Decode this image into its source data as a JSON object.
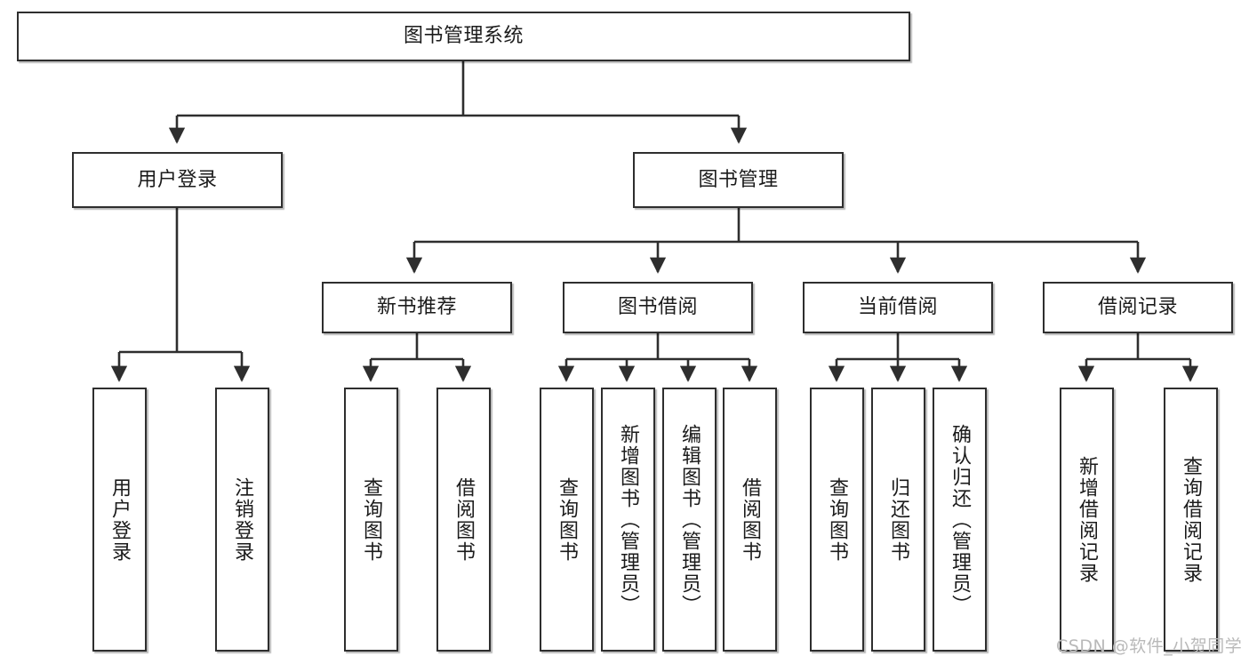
{
  "diagram": {
    "type": "tree",
    "title": "图书管理系统",
    "watermark": "CSDN @软件_小贺同学",
    "colors": {
      "box_border": "#2e2e2e",
      "box_fill": "#ffffff",
      "edge": "#2e2e2e",
      "text": "#1b1b1b",
      "watermark": "#b9b9b9"
    },
    "nodes": {
      "root": {
        "label": "图书管理系统",
        "level": 1
      },
      "l2": [
        {
          "id": "user_login",
          "label": "用户登录",
          "level": 2
        },
        {
          "id": "book_mgmt",
          "label": "图书管理",
          "level": 2
        }
      ],
      "l3": [
        {
          "id": "new_book_rec",
          "label": "新书推荐",
          "level": 3,
          "parent": "book_mgmt"
        },
        {
          "id": "book_borrow",
          "label": "图书借阅",
          "level": 3,
          "parent": "book_mgmt"
        },
        {
          "id": "current_borrow",
          "label": "当前借阅",
          "level": 3,
          "parent": "book_mgmt"
        },
        {
          "id": "borrow_record",
          "label": "借阅记录",
          "level": 3,
          "parent": "book_mgmt"
        }
      ],
      "leaves": [
        {
          "id": "leaf_user_login",
          "label": "用户登录",
          "parent": "user_login"
        },
        {
          "id": "leaf_logout",
          "label": "注销登录",
          "parent": "user_login"
        },
        {
          "id": "leaf_query_book_1",
          "label": "查询图书",
          "parent": "new_book_rec"
        },
        {
          "id": "leaf_borrow_book_1",
          "label": "借阅图书",
          "parent": "new_book_rec"
        },
        {
          "id": "leaf_query_book_2",
          "label": "查询图书",
          "parent": "book_borrow"
        },
        {
          "id": "leaf_add_book",
          "label": "新增图书（管理员）",
          "parent": "book_borrow"
        },
        {
          "id": "leaf_edit_book",
          "label": "编辑图书（管理员）",
          "parent": "book_borrow"
        },
        {
          "id": "leaf_borrow_book_2",
          "label": "借阅图书",
          "parent": "book_borrow"
        },
        {
          "id": "leaf_query_book_3",
          "label": "查询图书",
          "parent": "current_borrow"
        },
        {
          "id": "leaf_return_book",
          "label": "归还图书",
          "parent": "current_borrow"
        },
        {
          "id": "leaf_confirm_return",
          "label": "确认归还（管理员）",
          "parent": "current_borrow"
        },
        {
          "id": "leaf_add_record",
          "label": "新增借阅记录",
          "parent": "borrow_record"
        },
        {
          "id": "leaf_query_record",
          "label": "查询借阅记录",
          "parent": "borrow_record"
        }
      ]
    }
  }
}
